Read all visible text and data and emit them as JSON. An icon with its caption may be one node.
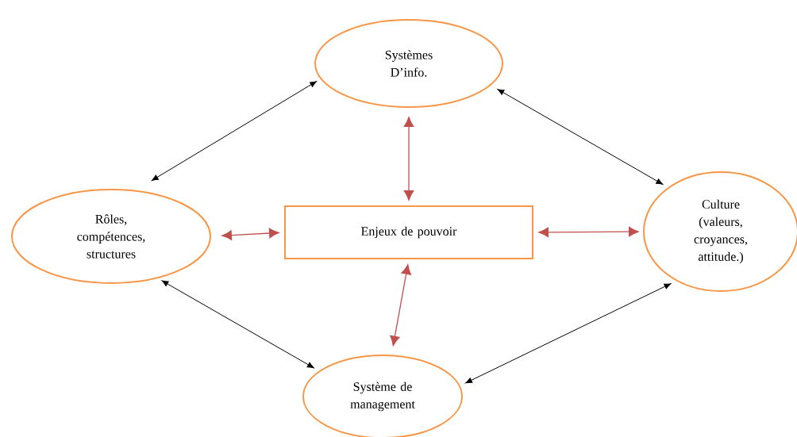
{
  "diagram": {
    "nodes": [
      {
        "text": [
          "Systèmes D’info."
        ]
      },
      {
        "text": [
          "Rôles, compétences, structures"
        ]
      },
      {
        "text": [
          "Enjeux de pouvoir"
        ]
      },
      {
        "text": [
          "Culture (valeurs, croyances, attitude.)"
        ]
      },
      {
        "text": [
          "Système de management"
        ]
      }
    ],
    "edges": [
      {
        "from": 0,
        "to": 1,
        "arrow": "both"
      },
      {
        "from": 0,
        "to": 3,
        "arrow": "both"
      },
      {
        "from": 0,
        "to": 2,
        "arrow": "both",
        "color": "#c0504d"
      },
      {
        "from": 1,
        "to": 2,
        "arrow": "both",
        "color": "#c0504d"
      },
      {
        "from": 3,
        "to": 2,
        "arrow": "both",
        "color": "#c0504d"
      },
      {
        "from": 4,
        "to": 2,
        "arrow": "both",
        "color": "#c0504d"
      },
      {
        "from": 1,
        "to": 4,
        "arrow": "both"
      },
      {
        "from": 4,
        "to": 3,
        "arrow": "both"
      }
    ]
  }
}
